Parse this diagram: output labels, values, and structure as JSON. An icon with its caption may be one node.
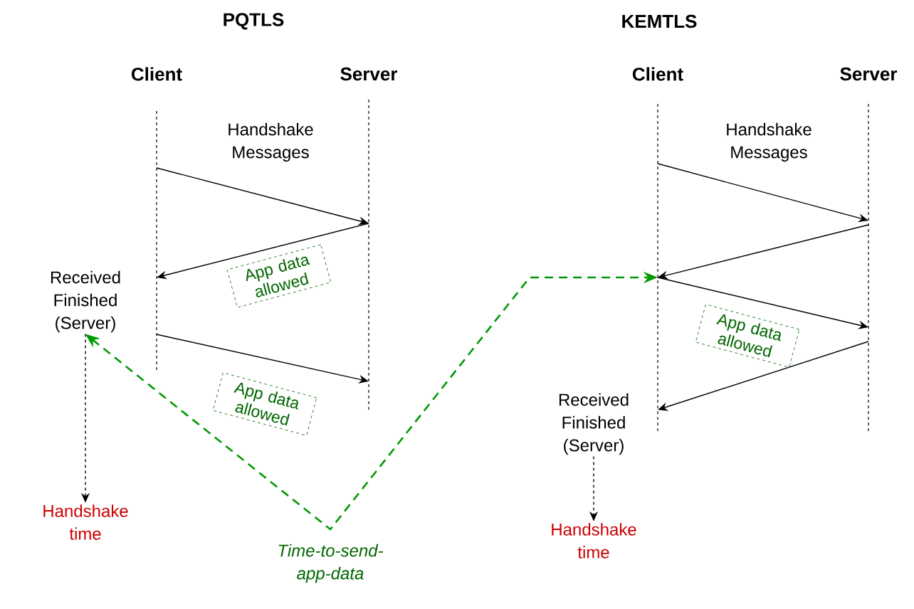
{
  "diagram": {
    "nodes": [
      {
        "text": [
          "Client"
        ]
      },
      {
        "text": [
          "Server"
        ]
      },
      {
        "text": [
          "Received Finished (Server)"
        ]
      },
      {
        "text": [
          "Handshake time"
        ]
      },
      {
        "text": [
          "App data allowed"
        ]
      },
      {
        "text": [
          "App data allowed"
        ]
      },
      {
        "text": [
          "Client"
        ]
      },
      {
        "text": [
          "Server"
        ]
      },
      {
        "text": [
          "App data allowed"
        ]
      },
      {
        "text": [
          "Received Finished (Server)"
        ]
      },
      {
        "text": [
          "Handshake time"
        ]
      }
    ],
    "edges": [
      {
        "from": 0,
        "to": 1,
        "arrow": "to",
        "label": "Handshake Messages"
      },
      {
        "from": 1,
        "to": 0,
        "arrow": "to"
      },
      {
        "from": 0,
        "to": 1,
        "arrow": "to"
      },
      {
        "from": 2,
        "to": 3,
        "arrow": "to",
        "style": "dashed"
      },
      {
        "from": 2,
        "to": 6,
        "arrow": "both",
        "style": "dashed",
        "color": "#009900",
        "label": "Time-to-send-app-data"
      },
      {
        "from": 6,
        "to": 7,
        "arrow": "to",
        "label": "Handshake Messages"
      },
      {
        "from": 7,
        "to": 6,
        "arrow": "to"
      },
      {
        "from": 6,
        "to": 7,
        "arrow": "to"
      },
      {
        "from": 7,
        "to": 6,
        "arrow": "to"
      },
      {
        "from": 9,
        "to": 10,
        "arrow": "to",
        "style": "dashed"
      }
    ],
    "labels": [
      "PQTLS",
      "KEMTLS"
    ]
  }
}
